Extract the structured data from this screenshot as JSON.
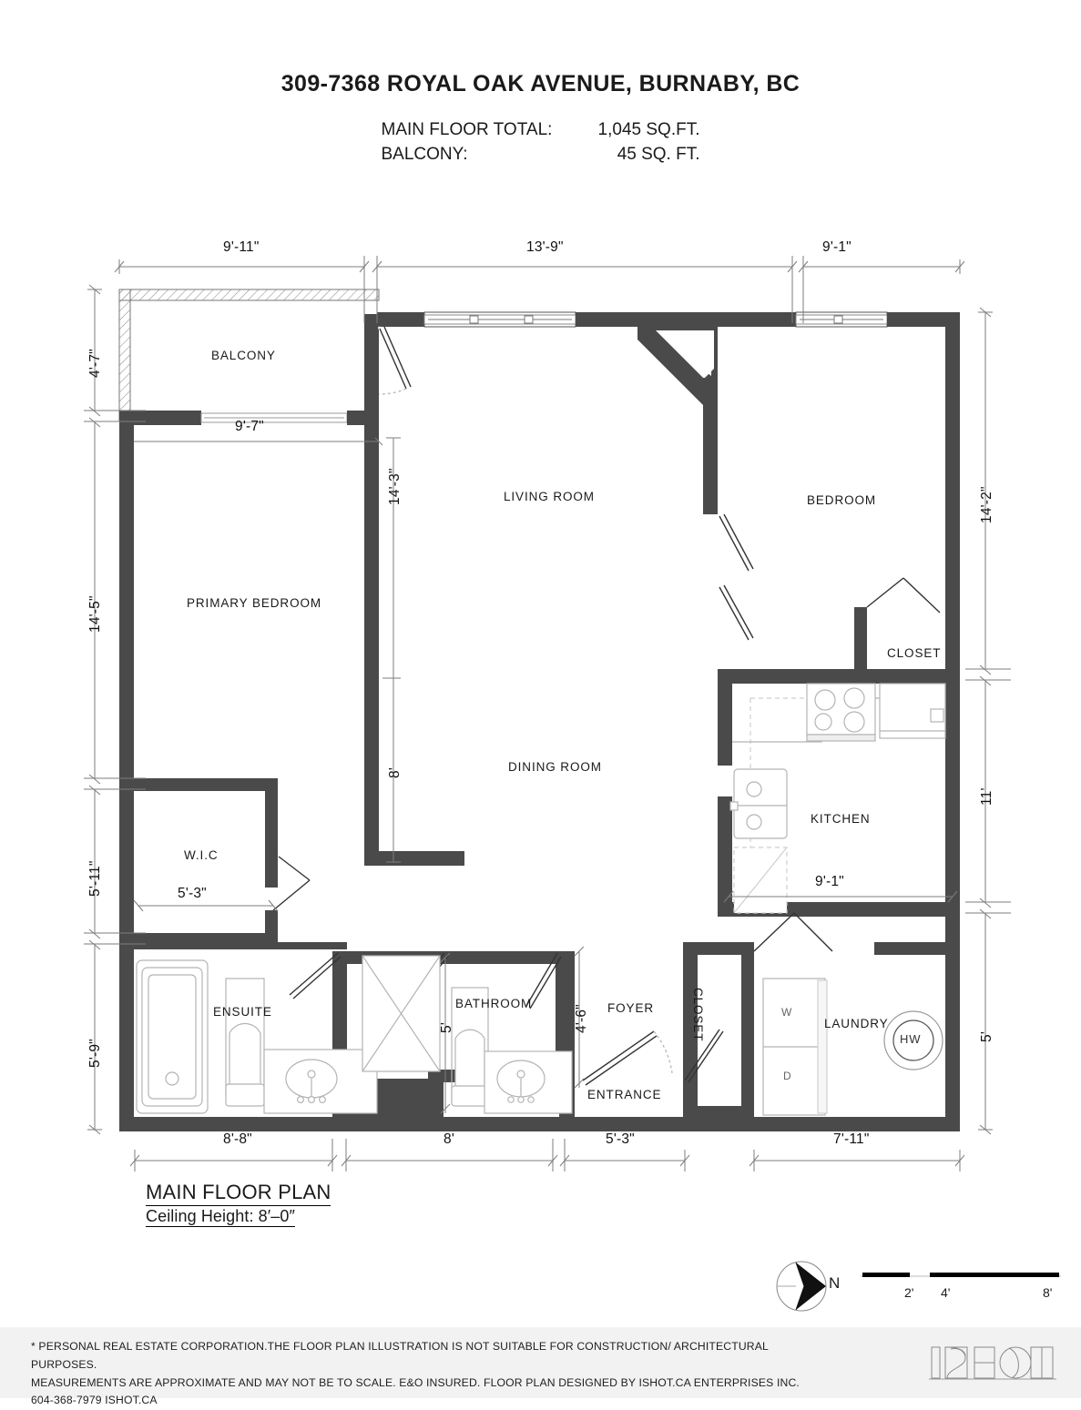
{
  "header": {
    "title": "309-7368 ROYAL OAK AVENUE, BURNABY, BC",
    "main_floor_label": "MAIN FLOOR TOTAL:",
    "main_floor_value": "1,045 SQ.FT.",
    "balcony_label": "BALCONY:",
    "balcony_value": "45 SQ. FT."
  },
  "rooms": {
    "balcony": "BALCONY",
    "primary_bedroom": "PRIMARY BEDROOM",
    "wic": "W.I.C",
    "ensuite": "ENSUITE",
    "bathroom": "BATHROOM",
    "living_room": "LIVING ROOM",
    "dining_room": "DINING ROOM",
    "foyer": "FOYER",
    "entrance": "ENTRANCE",
    "bedroom": "BEDROOM",
    "closet_bedroom": "CLOSET",
    "kitchen": "KITCHEN",
    "closet_hall": "CLOSET",
    "laundry": "LAUNDRY",
    "washer": "W",
    "dryer": "D",
    "hot_water": "HW"
  },
  "dimensions": {
    "top": [
      "9'-11\"",
      "13'-9\"",
      "9'-1\""
    ],
    "left": [
      "4'-7\"",
      "14'-5\"",
      "5'-11\"",
      "5'-9\""
    ],
    "right": [
      "14'-2\"",
      "11'",
      "5'"
    ],
    "bottom": [
      "8'-8\"",
      "8'",
      "5'-3\"",
      "7'-11\""
    ],
    "balcony_width": "9'-7\"",
    "living_height": "14'-3\"",
    "dining_height": "8'",
    "wic_width": "5'-3\"",
    "bathroom_height": "5'",
    "foyer_width": "4'-6\"",
    "kitchen_width": "9'-1\""
  },
  "caption": {
    "plan_name": "MAIN FLOOR PLAN",
    "ceiling": "Ceiling Height: 8′–0″"
  },
  "compass": {
    "north_label": "N"
  },
  "scale": {
    "ticks": [
      "2'",
      "4'",
      "8'"
    ]
  },
  "footer": {
    "line1": "* PERSONAL REAL ESTATE CORPORATION.THE FLOOR PLAN ILLUSTRATION IS NOT SUITABLE FOR CONSTRUCTION/ ARCHITECTURAL PURPOSES.",
    "line2": "MEASUREMENTS ARE APPROXIMATE AND MAY NOT BE TO SCALE. E&O INSURED. FLOOR PLAN DESIGNED BY ISHOT.CA ENTERPRISES INC.",
    "line3": "604-368-7979  ISHOT.CA",
    "logo": "ISHOT"
  },
  "colors": {
    "wall": "#4a4a4a",
    "background": "#ffffff",
    "text": "#1a1a1a",
    "fixture_line": "#b8b8b8",
    "footer_band": "#f2f2f2"
  }
}
